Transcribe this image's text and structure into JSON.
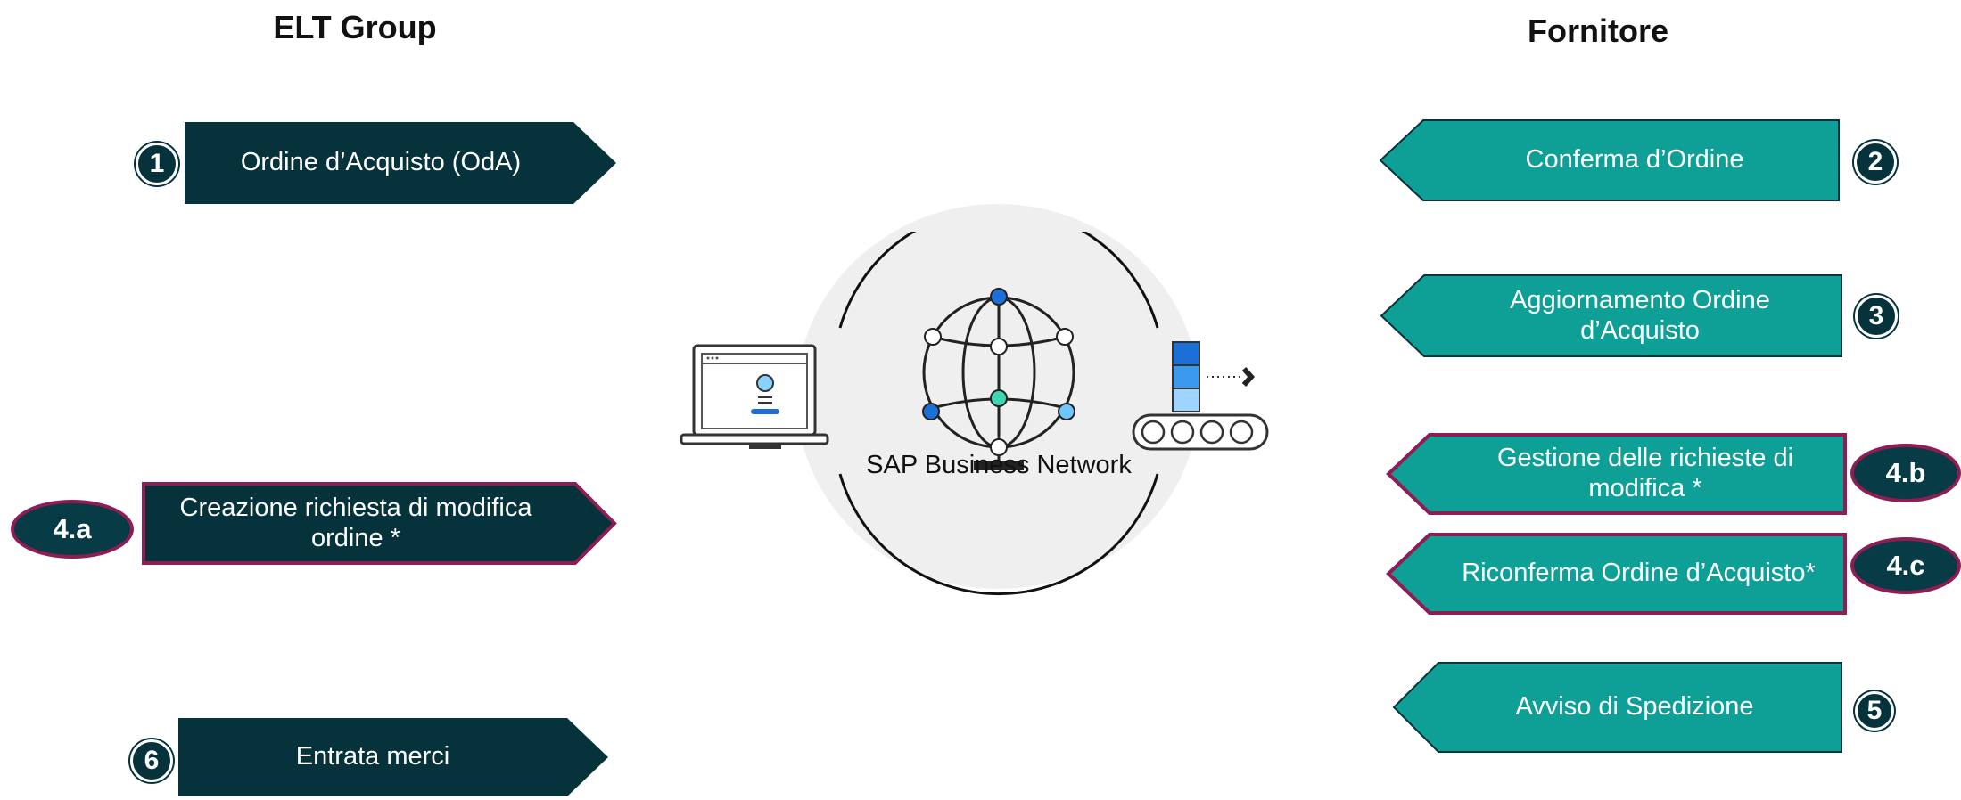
{
  "headers": {
    "left": "ELT Group",
    "right": "Fornitore"
  },
  "center": {
    "label": "SAP Business Network"
  },
  "left_steps": [
    {
      "badge": "1",
      "label": "Ordine d’Acquisto (OdA)"
    },
    {
      "badge": "4.a",
      "label": "Creazione richiesta di modifica ordine *"
    },
    {
      "badge": "6",
      "label": "Entrata merci"
    }
  ],
  "right_steps": [
    {
      "badge": "2",
      "label": "Conferma d’Ordine"
    },
    {
      "badge": "3",
      "label": "Aggiornamento Ordine d’Acquisto"
    },
    {
      "badge": "4.b",
      "label": "Gestione delle richieste di modifica *"
    },
    {
      "badge": "4.c",
      "label": "Riconferma Ordine d’Acquisto*"
    },
    {
      "badge": "5",
      "label": "Avviso di Spedizione"
    }
  ],
  "colors": {
    "dark_teal": "#06323c",
    "teal": "#0e9f97",
    "highlight_border": "#8f1c52"
  }
}
